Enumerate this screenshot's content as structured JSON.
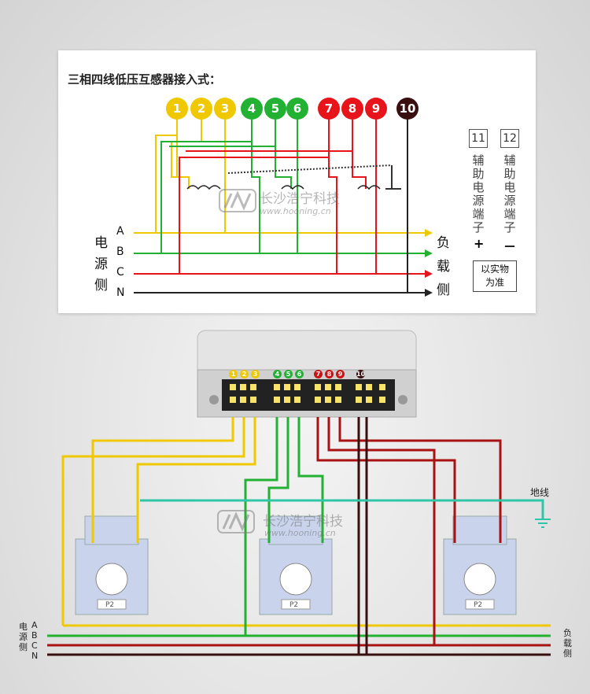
{
  "diagram": {
    "title": "三相四线低压互感器接入式：",
    "terminals": [
      {
        "label": "1",
        "color": "#f0c800"
      },
      {
        "label": "2",
        "color": "#f0c800"
      },
      {
        "label": "3",
        "color": "#f0c800"
      },
      {
        "label": "4",
        "color": "#22b133"
      },
      {
        "label": "5",
        "color": "#22b133"
      },
      {
        "label": "6",
        "color": "#22b133"
      },
      {
        "label": "7",
        "color": "#e8141b"
      },
      {
        "label": "8",
        "color": "#e8141b"
      },
      {
        "label": "9",
        "color": "#e8141b"
      },
      {
        "label": "10",
        "color": "#3a0f0f"
      }
    ],
    "source_side": [
      "电",
      "源",
      "侧"
    ],
    "load_side": [
      "负",
      "载",
      "侧"
    ],
    "phases": [
      "A",
      "B",
      "C",
      "N"
    ],
    "aux_terminals": [
      {
        "number": "11",
        "text": "辅助电源端子",
        "sign": "+"
      },
      {
        "number": "12",
        "text": "辅助电源端子",
        "sign": "－"
      }
    ],
    "note": [
      "以实物",
      "为准"
    ]
  },
  "watermark": {
    "company": "长沙浩宁科技",
    "url": "www.hooning.cn"
  },
  "wiring": {
    "terminal_groups": [
      {
        "labels": [
          "1",
          "2",
          "3"
        ],
        "color": "#f0c800"
      },
      {
        "labels": [
          "4",
          "5",
          "6"
        ],
        "color": "#22b133"
      },
      {
        "labels": [
          "7",
          "8",
          "9"
        ],
        "color": "#c81414"
      },
      {
        "labels": [
          "10"
        ],
        "color": "#3a0f0f"
      }
    ],
    "ground_label": "地线",
    "ct_label": "P2",
    "source_side": [
      "电",
      "源",
      "侧"
    ],
    "load_side": [
      "负",
      "载",
      "侧"
    ],
    "phases": [
      "A",
      "B",
      "C",
      "N"
    ]
  },
  "colors": {
    "phase_a": "#f0c800",
    "phase_b": "#22b133",
    "phase_c": "#e8141b",
    "neutral": "#1a1a1a",
    "ground": "#2fc6a8"
  }
}
